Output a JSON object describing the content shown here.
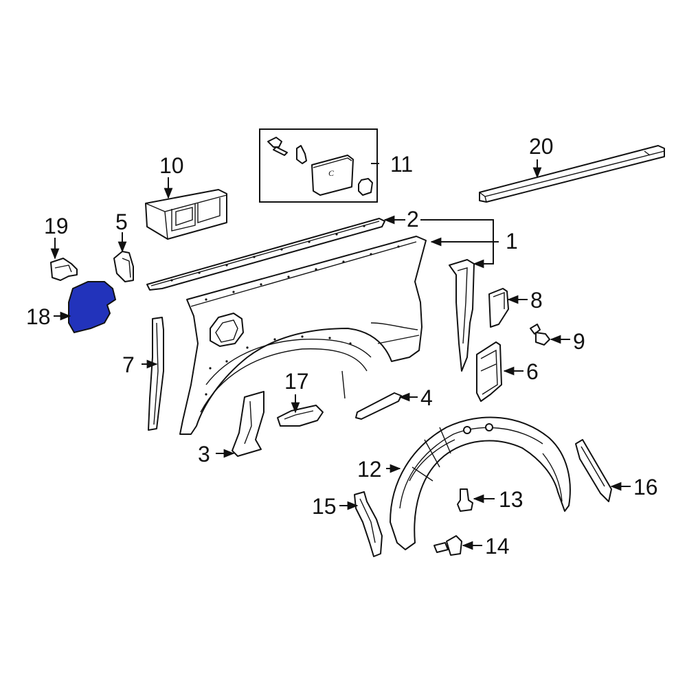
{
  "diagram": {
    "highlight_color": "#2233BB",
    "callouts": {
      "c1": "1",
      "c2": "2",
      "c3": "3",
      "c4": "4",
      "c5": "5",
      "c6": "6",
      "c7": "7",
      "c8": "8",
      "c9": "9",
      "c10": "10",
      "c11": "11",
      "c12": "12",
      "c13": "13",
      "c14": "14",
      "c15": "15",
      "c16": "16",
      "c17": "17",
      "c18": "18",
      "c19": "19",
      "c20": "20"
    },
    "kit_cap_letter": "C"
  }
}
